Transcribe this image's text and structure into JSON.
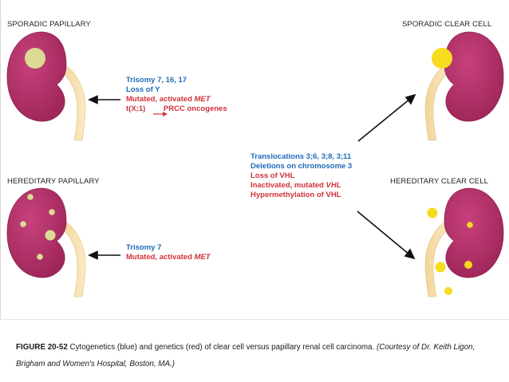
{
  "panels": {
    "sporadic_papillary": "SPORADIC PAPILLARY",
    "hereditary_papillary": "HEREDITARY PAPILLARY",
    "sporadic_clear_cell": "SPORADIC CLEAR CELL",
    "hereditary_clear_cell": "HEREDITARY CLEAR CELL"
  },
  "sporadic_papillary_text": {
    "line1": "Trisomy 7, 16, 17",
    "line2": "Loss of Y",
    "line3_prefix": "Mutated, activated ",
    "line3_gene": "MET",
    "line4_prefix": "t(X;1)",
    "line4_suffix": " PRCC oncogenes"
  },
  "hereditary_papillary_text": {
    "line1": "Trisomy 7",
    "line2_prefix": "Mutated, activated ",
    "line2_gene": "MET"
  },
  "clear_cell_text": {
    "line1": "Translocations 3;6, 3;8, 3;11",
    "line2": "Deletions on chromosome 3",
    "line3": "Loss of VHL",
    "line4_prefix": "Inactivated, mutated ",
    "line4_gene": "VHL",
    "line5": "Hypermethylation of VHL"
  },
  "caption": {
    "figure_number": "FIGURE 20-52",
    "text": " Cytogenetics (blue) and genetics (red) of clear cell versus papillary renal cell carcinoma. ",
    "courtesy": "(Courtesy of Dr. Keith Ligon, Brigham and Women's Hospital, Boston, MA.)"
  },
  "colors": {
    "kidney": "#b2316a",
    "kidney_edge": "#8e2453",
    "pelvis": "#f5dca8",
    "papillary_tumor": "#dcdb94",
    "clear_cell_tumor": "#f5dc1e",
    "cytogenetics": "#1e6bb8",
    "genetics": "#d0313a"
  }
}
